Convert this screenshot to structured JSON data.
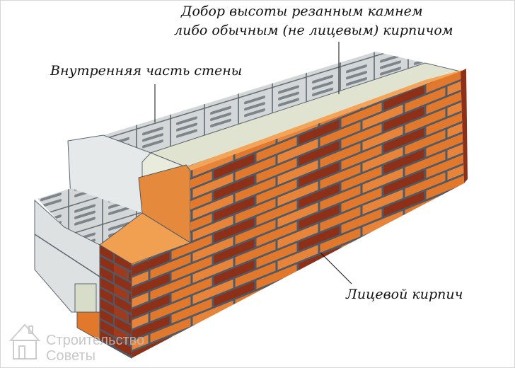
{
  "labels": {
    "inner_wall": "Внутренняя часть стены",
    "fill_line1": "Добор высоты резанным камнем",
    "fill_line2": "либо обычным (не лицевым) кирпичом",
    "facing_brick": "Лицевой кирпич"
  },
  "watermark": {
    "line1": "Строительство",
    "line2": "Советы"
  },
  "colors": {
    "brick": "#e2782c",
    "brick_dark": "#8e2f17",
    "brick_top": "#f2a55a",
    "mortar": "#4f5a66",
    "block": "#d7dbdc",
    "fill_stone": "#dfe3d0"
  }
}
